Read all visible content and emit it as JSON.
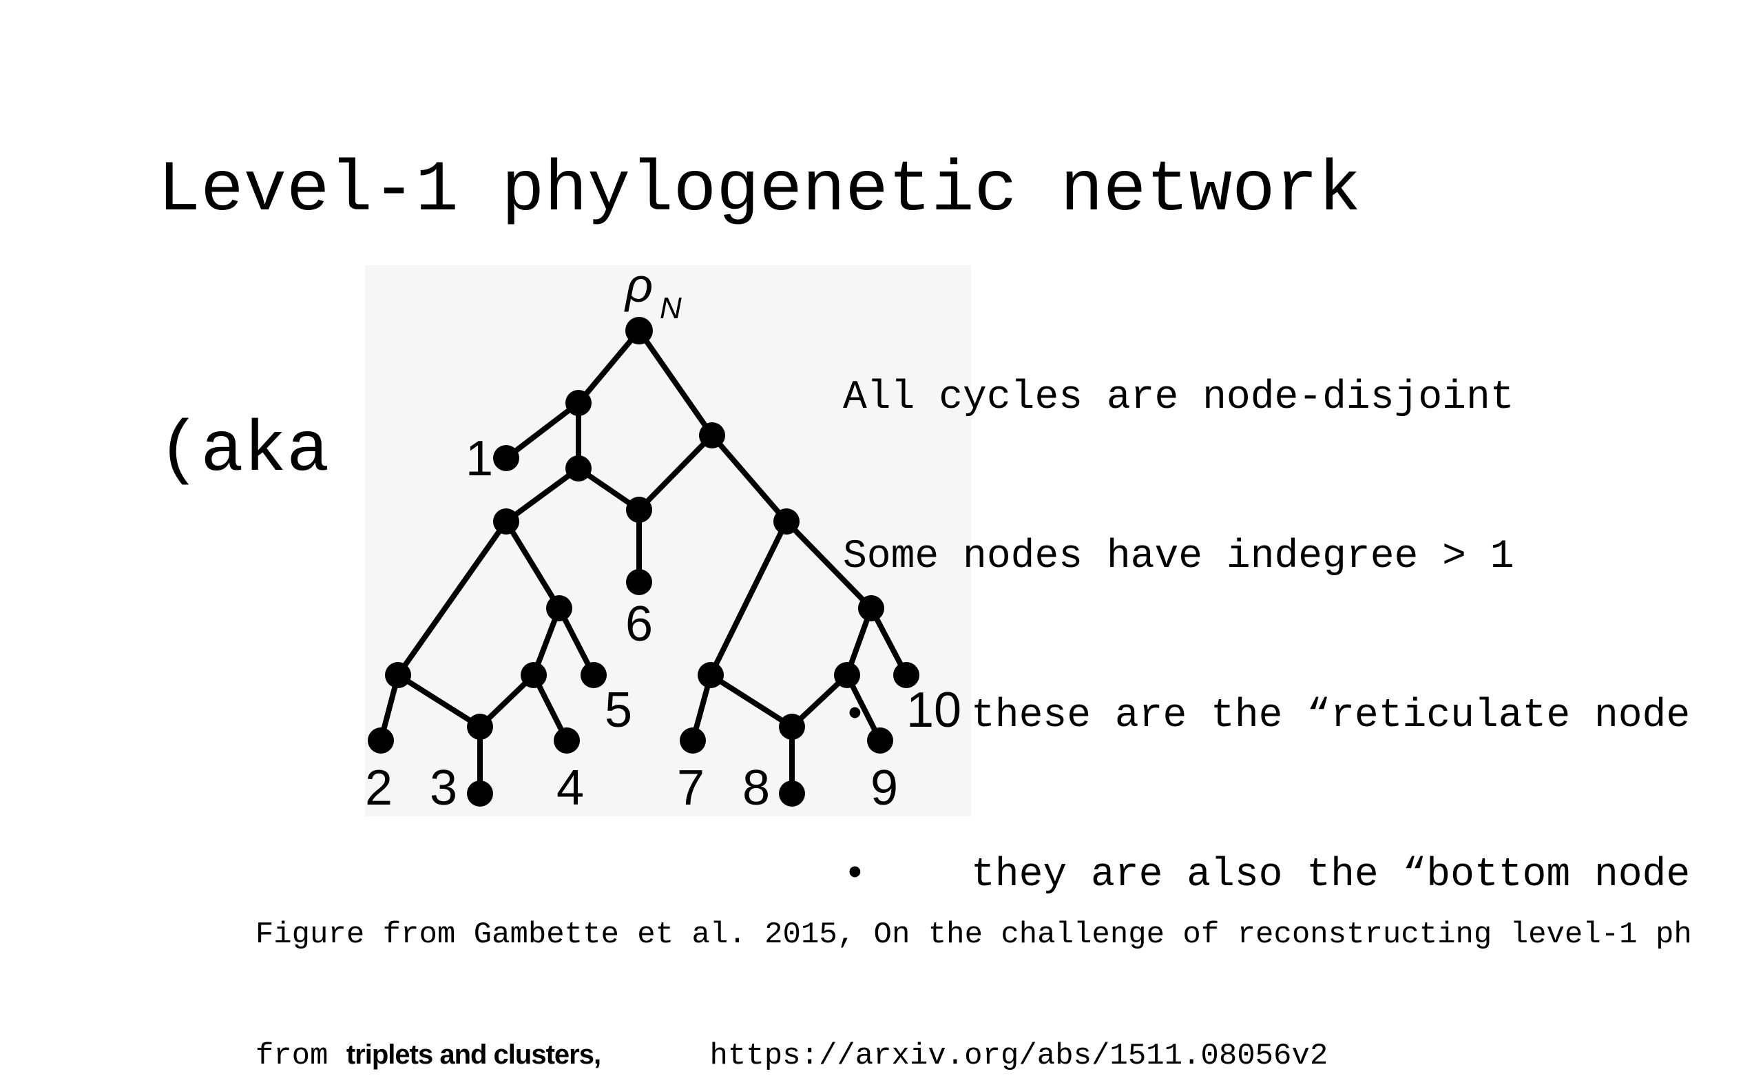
{
  "slide": {
    "title_line1": "Level-1 phylogenetic network",
    "title_line2": "(aka “galled tree”)"
  },
  "bullets": {
    "line1": "All cycles are node-disjoint",
    "line2": "Some nodes have indegree > 1",
    "sub_bullet": "•",
    "sub1": "these are the “reticulate node",
    "sub2": "they are also the “bottom node"
  },
  "caption": {
    "line1": "Figure from Gambette et al. 2015, On the challenge of reconstructing level-1 ph",
    "line2_a": "from ",
    "line2_b": "triplets and clusters,",
    "line2_c": "https://arxiv.org/abs/1511.08056v2"
  },
  "network": {
    "root_label": "ρ",
    "root_sub": "N",
    "leaf_labels": [
      "1",
      "2",
      "3",
      "4",
      "5",
      "6",
      "7",
      "8",
      "9",
      "10"
    ]
  }
}
